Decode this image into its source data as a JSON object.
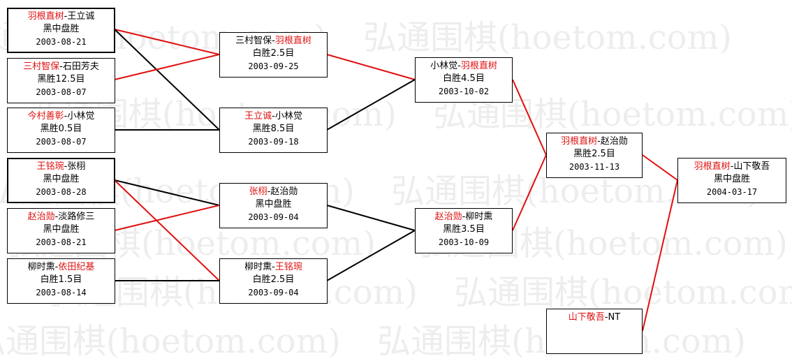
{
  "watermark": "弘通围棋(hoetom.com)",
  "colors": {
    "winner_line": "#e01010",
    "loser_line": "#000000",
    "winner_text": "#e01010"
  },
  "round1": [
    {
      "p1": "羽根直树",
      "sep": "-",
      "p2": "王立诚",
      "result": "黑中盘胜",
      "date": "2003-08-21"
    },
    {
      "p1": "三村智保",
      "sep": "-",
      "p2": "石田芳夫",
      "result": "黑胜12.5目",
      "date": "2003-08-07"
    },
    {
      "p1": "今村善彰",
      "sep": "-",
      "p2": "小林觉",
      "result": "黑胜0.5目",
      "date": "2003-08-07"
    },
    {
      "p1": "王铭琬",
      "sep": "-",
      "p2": "张栩",
      "result": "黑中盘胜",
      "date": "2003-08-28"
    },
    {
      "p1": "赵治勋",
      "sep": "-",
      "p2": "淡路修三",
      "result": "黑中盘胜",
      "date": "2003-08-21"
    },
    {
      "p1": "柳时熏",
      "sep": "-",
      "p2": "依田纪基",
      "result": "白胜1.5目",
      "date": "2003-08-14"
    }
  ],
  "round2": [
    {
      "p1": "三村智保",
      "sep": "-",
      "p2": "羽根直树",
      "result": "白胜2.5目",
      "date": "2003-09-25"
    },
    {
      "p1": "王立诚",
      "sep": "-",
      "p2": "小林觉",
      "result": "黑胜8.5目",
      "date": "2003-09-18"
    },
    {
      "p1": "张栩",
      "sep": "-",
      "p2": "赵治勋",
      "result": "黑中盘胜",
      "date": "2003-09-04"
    },
    {
      "p1": "柳时熏",
      "sep": "-",
      "p2": "王铭琬",
      "result": "白胜2.5目",
      "date": "2003-09-04"
    }
  ],
  "round3": [
    {
      "p1": "小林觉",
      "sep": "-",
      "p2": "羽根直树",
      "result": "白胜4.5目",
      "date": "2003-10-02"
    },
    {
      "p1": "赵治勋",
      "sep": "-",
      "p2": "柳时熏",
      "result": "黑胜3.5目",
      "date": "2003-10-09"
    }
  ],
  "round4": [
    {
      "p1": "羽根直树",
      "sep": "-",
      "p2": "赵治勋",
      "result": "黑胜2.5目",
      "date": "2003-11-13"
    },
    {
      "p1": "山下敬吾",
      "sep": "-",
      "p2": "NT",
      "result": "",
      "date": ""
    }
  ],
  "final": {
    "p1": "羽根直树",
    "sep": "-",
    "p2": "山下敬吾",
    "result": "黑中盘胜",
    "date": "2004-03-17"
  }
}
